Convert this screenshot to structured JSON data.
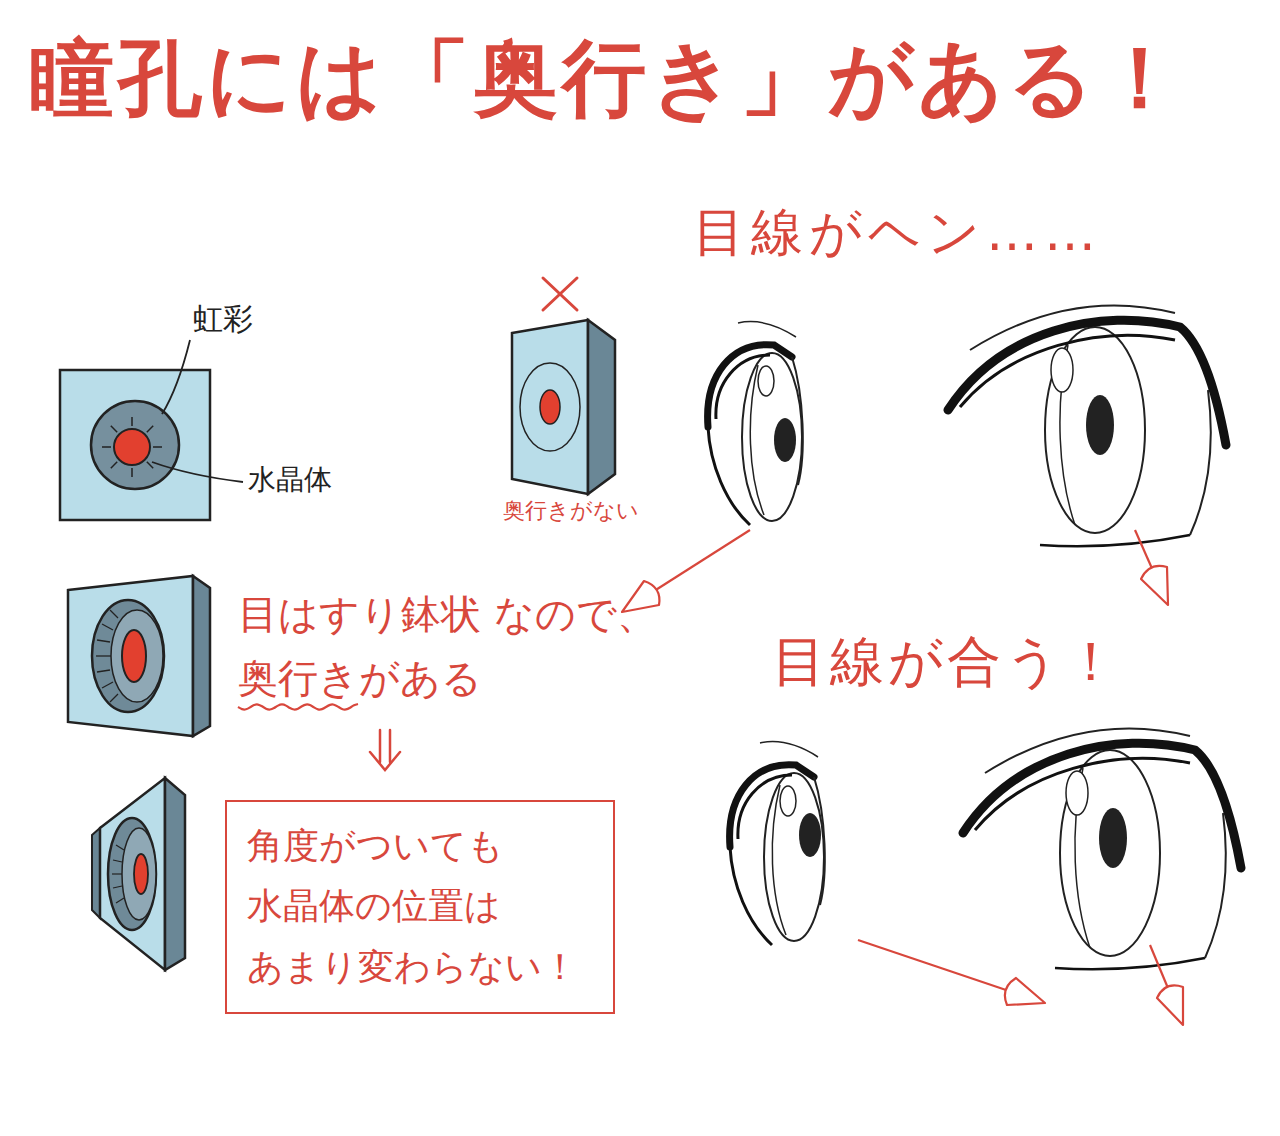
{
  "diagram": {
    "title": "瞳孔には「奥行き」がある！",
    "nodes": [
      {
        "text": [
          "角度がついても 水晶体の位置は あまり変わらない！"
        ]
      }
    ],
    "labels": [
      "虹彩",
      "水晶体",
      "奥行きがない",
      "目線がヘン……",
      "目はすり鉢状 なので、奥行きがある",
      "目線が合う！"
    ]
  }
}
